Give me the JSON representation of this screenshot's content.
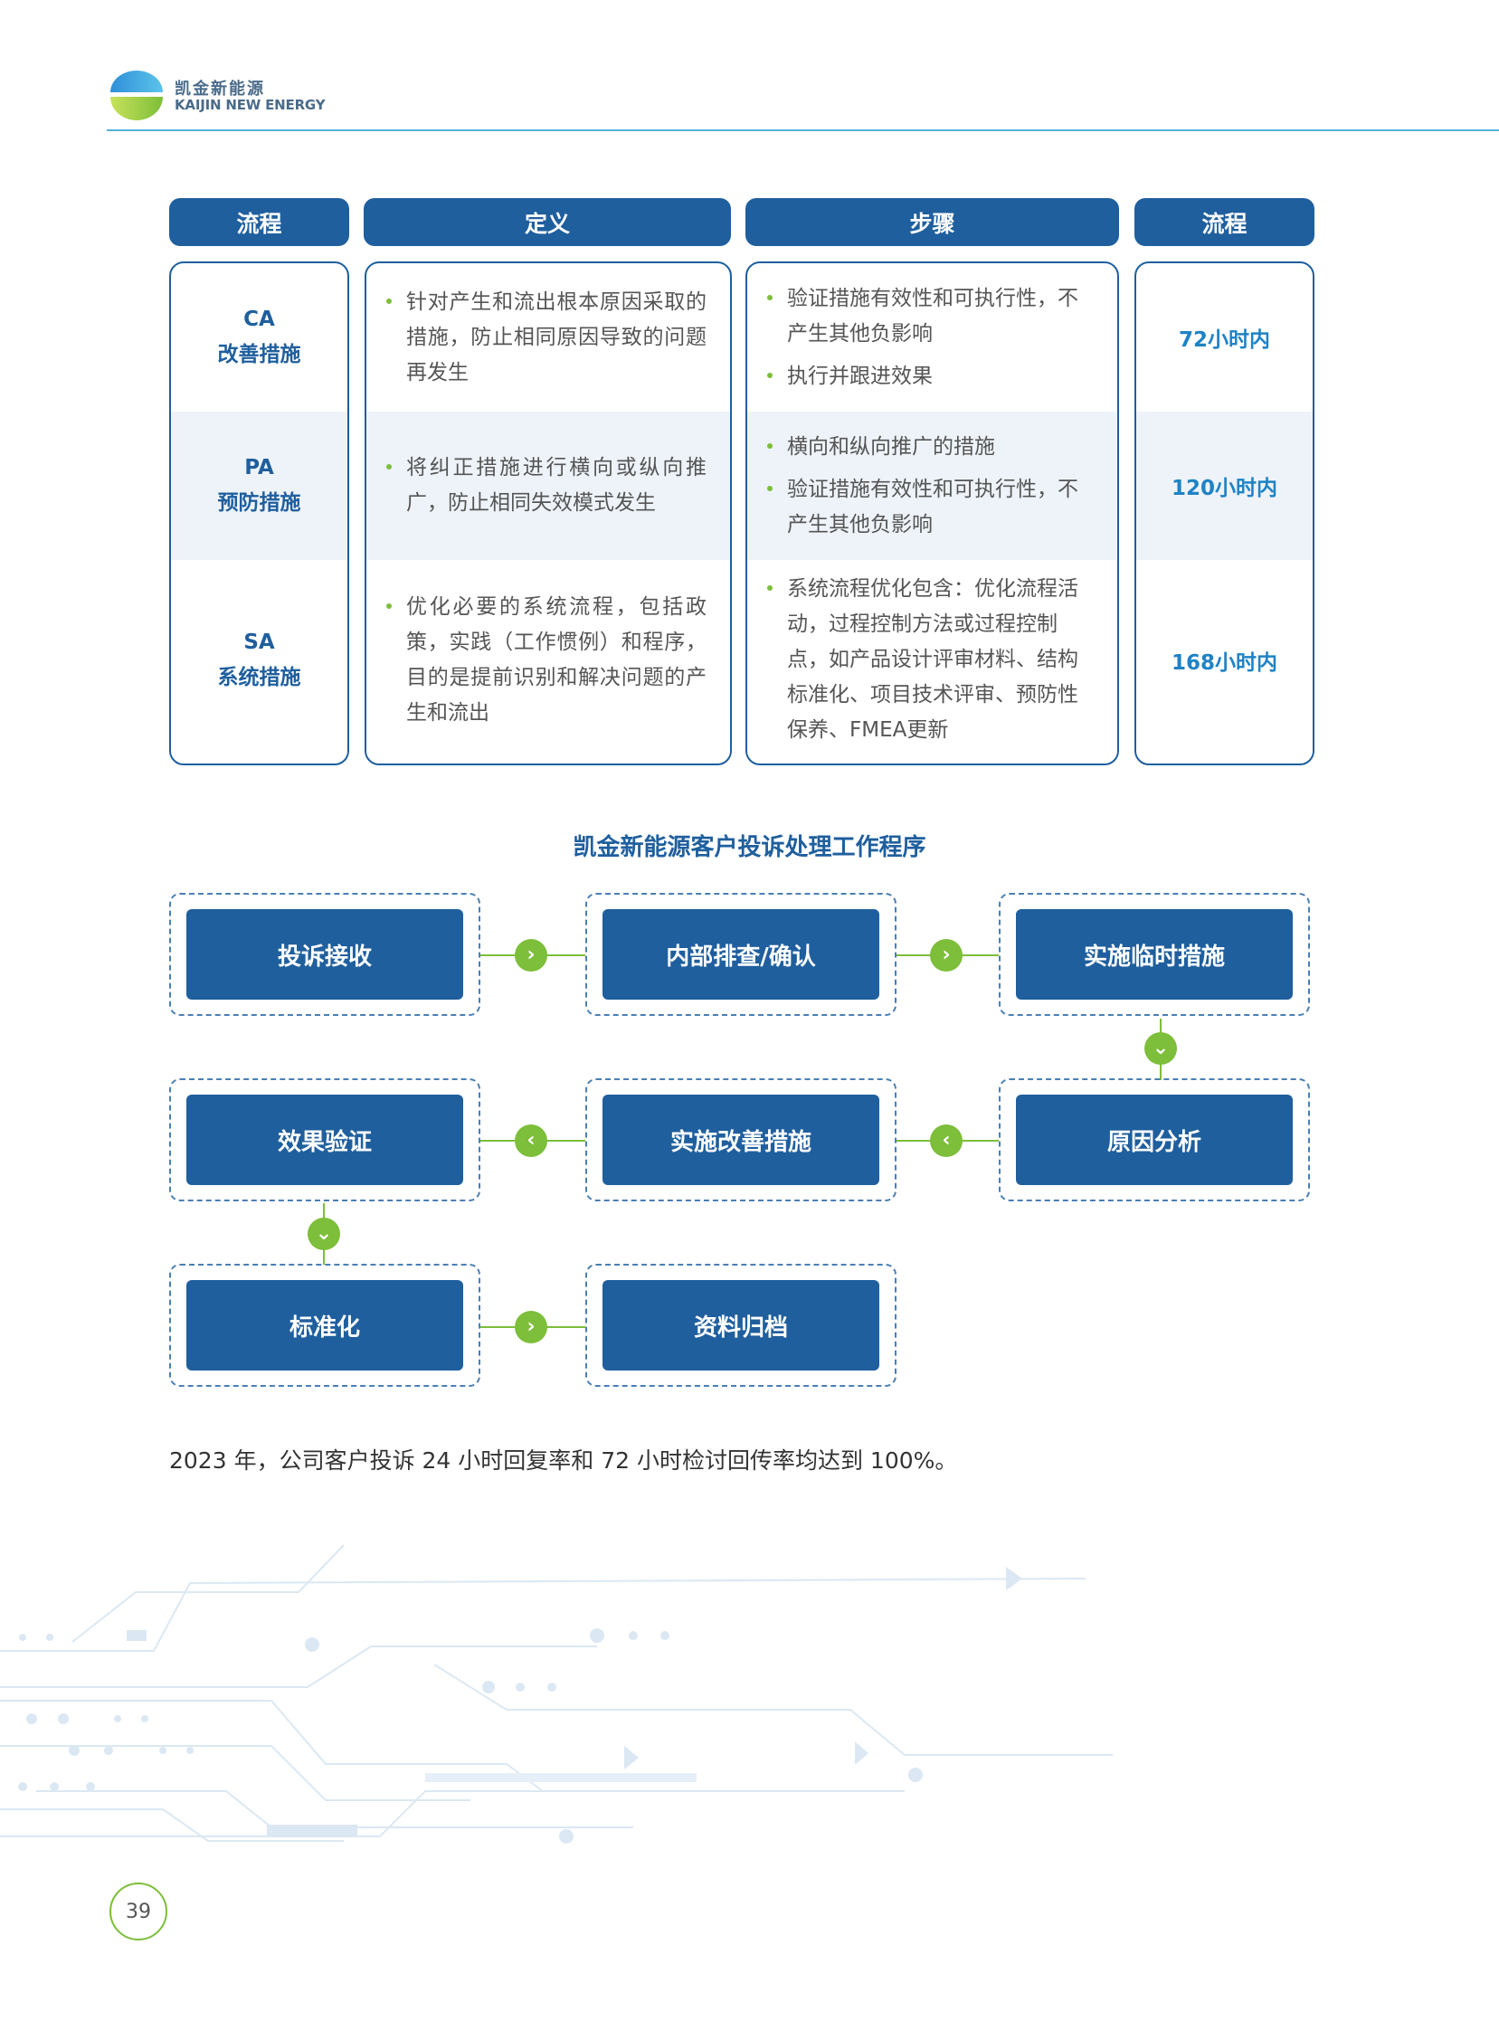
{
  "header": {
    "brand_cn": "凯金新能源",
    "brand_en": "KAIJIN NEW ENERGY"
  },
  "table": {
    "headers": [
      "流程",
      "定义",
      "步骤",
      "流程"
    ],
    "rows": [
      {
        "code": "CA",
        "name": "改善措施",
        "definition": [
          "针对产生和流出根本原因采取的措施，防止相同原因导致的问题再发生"
        ],
        "steps": [
          "验证措施有效性和可执行性，不产生其他负影响",
          "执行并跟进效果"
        ],
        "time": "72小时内"
      },
      {
        "code": "PA",
        "name": "预防措施",
        "definition": [
          "将纠正措施进行横向或纵向推广，防止相同失效模式发生"
        ],
        "steps": [
          "横向和纵向推广的措施",
          "验证措施有效性和可执行性，不产生其他负影响"
        ],
        "time": "120小时内"
      },
      {
        "code": "SA",
        "name": "系统措施",
        "definition": [
          "优化必要的系统流程，包括政策，实践（工作惯例）和程序，目的是提前识别和解决问题的产生和流出"
        ],
        "steps": [
          "系统流程优化包含：优化流程活动，过程控制方法或过程控制点，如产品设计评审材料、结构标准化、项目技术评审、预防性保养、FMEA更新"
        ],
        "time": "168小时内"
      }
    ]
  },
  "flow": {
    "title": "凯金新能源客户投诉处理工作程序",
    "steps": [
      "投诉接收",
      "内部排查/确认",
      "实施临时措施",
      "原因分析",
      "实施改善措施",
      "效果验证",
      "标准化",
      "资料归档"
    ]
  },
  "summary": "2023 年，公司客户投诉 24 小时回复率和 72 小时检讨回传率均达到 100%。",
  "page_number": "39",
  "colors": {
    "primary": "#1f5f9e",
    "accent_green": "#7dbe3a",
    "header_line": "#4fb3d9",
    "band": "#eef3f9"
  }
}
